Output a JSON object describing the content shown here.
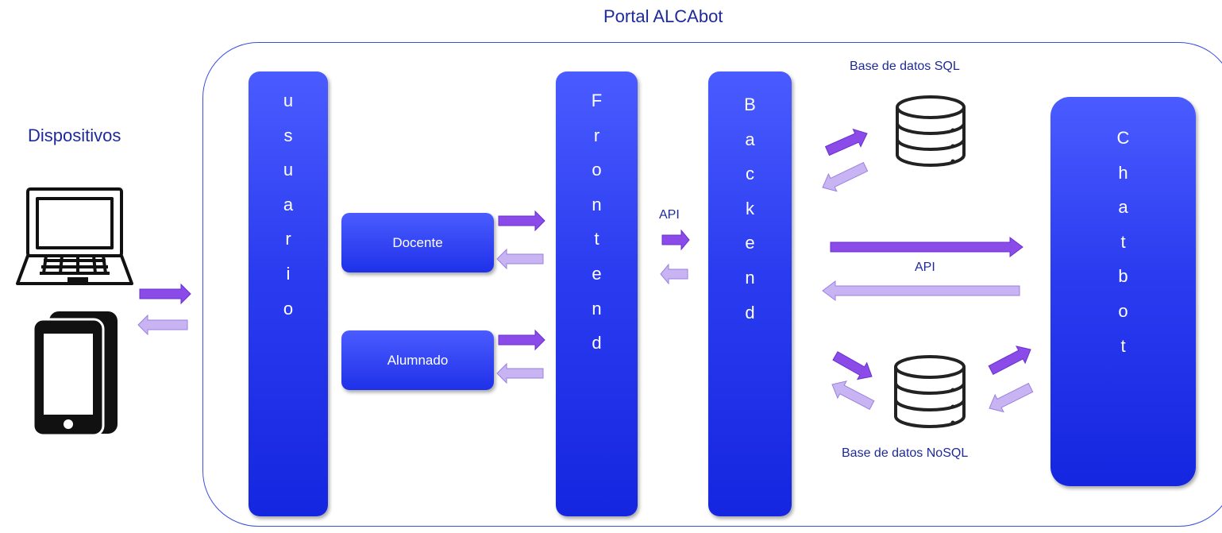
{
  "title": "Portal ALCAbot",
  "devices_label": "Dispositivos",
  "pillars": {
    "usuario": [
      "u",
      "s",
      "u",
      "a",
      "r",
      "i",
      "o"
    ],
    "frontend": [
      "F",
      "r",
      "o",
      "n",
      "t",
      "e",
      "n",
      "d"
    ],
    "backend": [
      "B",
      "a",
      "c",
      "k",
      "e",
      "n",
      "d"
    ],
    "chatbot": [
      "C",
      "h",
      "a",
      "t",
      "b",
      "o",
      "t"
    ]
  },
  "roles": {
    "docente": "Docente",
    "alumnado": "Alumnado"
  },
  "labels": {
    "api_front": "API",
    "api_chat": "API",
    "sql_db": "Base de datos SQL",
    "nosql_db": "Base de datos NoSQL"
  },
  "colors": {
    "pillar_blue": "#2b3cf0",
    "arrow_forward": "#8a4be8",
    "arrow_back": "#c8b4f2",
    "text_blue": "#1e2a9a"
  },
  "icons": [
    "laptop-icon",
    "smartphone-icon",
    "database-icon"
  ]
}
